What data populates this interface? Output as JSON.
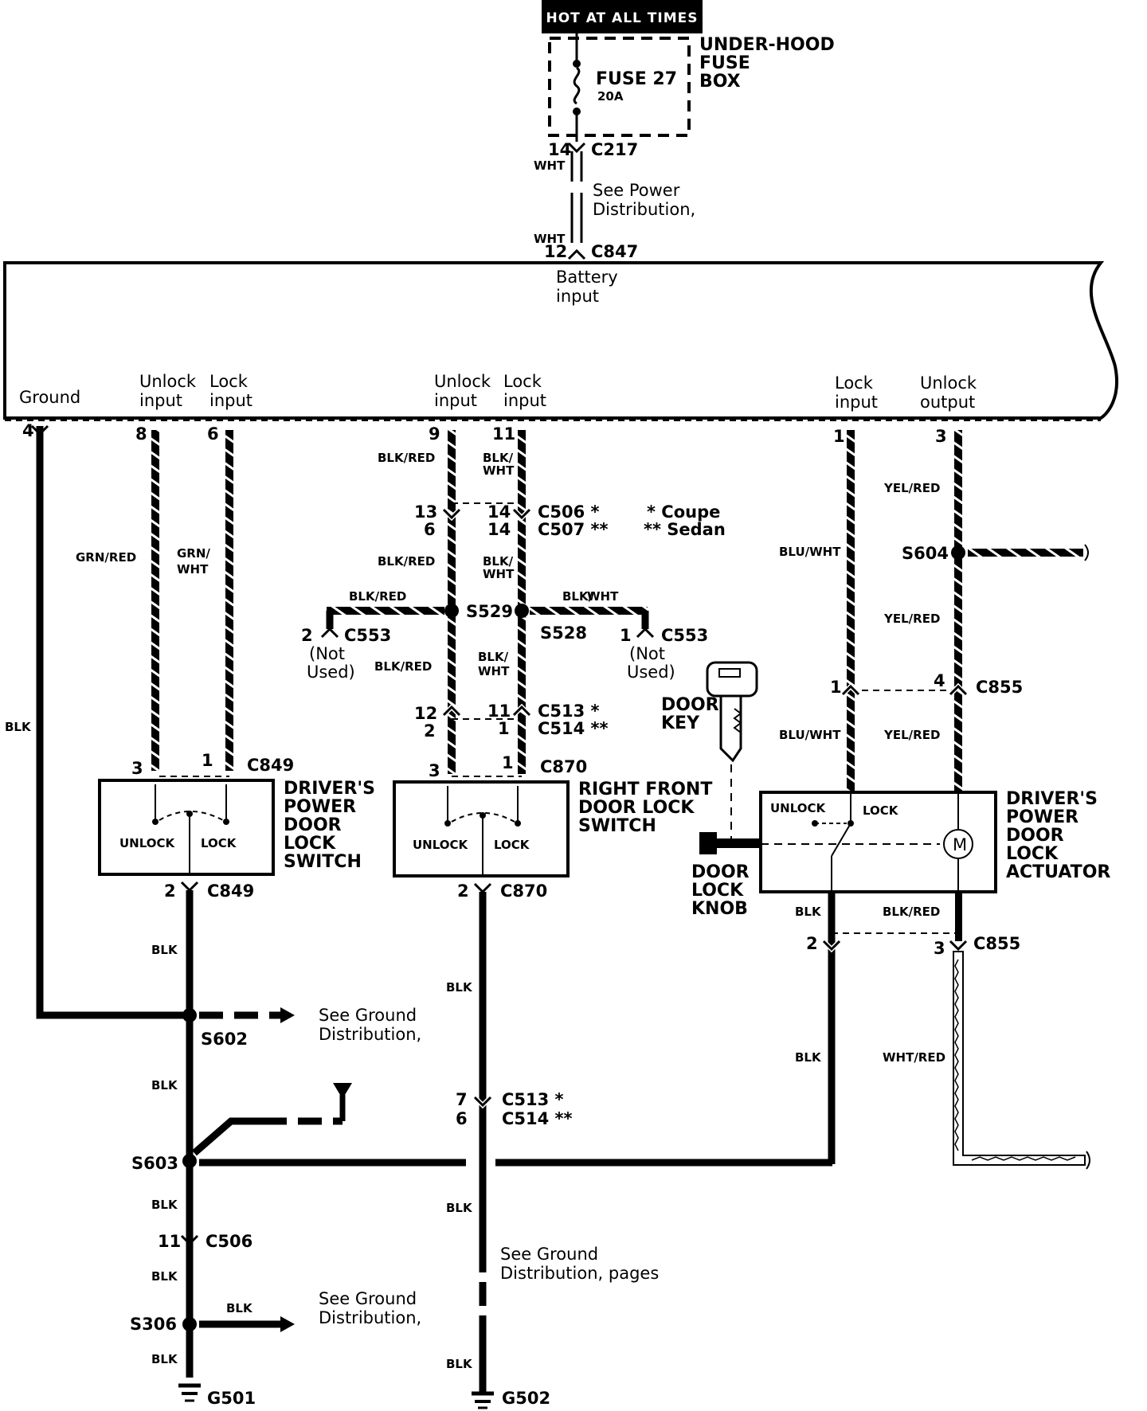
{
  "header": {
    "hot_label": "HOT AT ALL TIMES"
  },
  "fusebox": {
    "title": "UNDER-HOOD FUSE BOX",
    "title_lines": [
      "UNDER-HOOD",
      "FUSE",
      "BOX"
    ],
    "fuse": "FUSE  27",
    "rating": "20A"
  },
  "top_conn": {
    "c217_pin": "14",
    "c217": "C217",
    "wire": "WHT",
    "note_lines": [
      "See  Power",
      "Distribution,"
    ],
    "c847_pin": "12",
    "c847": "C847",
    "wire2": "WHT"
  },
  "module": {
    "battery_lines": [
      "Battery",
      "input"
    ],
    "ground": "Ground",
    "terms": [
      {
        "pin": "4",
        "lines": []
      },
      {
        "pin": "8",
        "lines": [
          "Unlock",
          "input"
        ]
      },
      {
        "pin": "6",
        "lines": [
          "Lock",
          "input"
        ]
      },
      {
        "pin": "9",
        "lines": [
          "Unlock",
          "input"
        ]
      },
      {
        "pin": "11",
        "lines": [
          "Lock",
          "input"
        ]
      },
      {
        "pin": "1",
        "lines": [
          "Lock",
          "input"
        ]
      },
      {
        "pin": "3",
        "lines": [
          "Unlock",
          "output"
        ]
      }
    ]
  },
  "left": {
    "wire_blk": "BLK",
    "wire_grnred": "GRN/RED",
    "wire_grnwht": [
      "GRN/",
      "WHT"
    ],
    "c849_top_pins": [
      "3",
      "1"
    ],
    "c849": "C849",
    "switch_lines": [
      "DRIVER'S",
      "POWER",
      "DOOR",
      "LOCK",
      "SWITCH"
    ],
    "unlock": "UNLOCK",
    "lock": "LOCK",
    "c849_bottom_pin": "2",
    "s602": "S602",
    "s602_note": [
      "See Ground",
      "Distribution,"
    ],
    "s603": "S603",
    "c506_pin": "11",
    "c506": "C506",
    "s306": "S306",
    "s306_note": [
      "See Ground",
      "Distribution,"
    ],
    "g501": "G501"
  },
  "middle": {
    "wire_blkred": "BLK/RED",
    "wire_blkwht": [
      "BLK/",
      "WHT"
    ],
    "c506_pins": [
      "13",
      "14"
    ],
    "c507_pins": [
      "6",
      "14"
    ],
    "c506": "C506 *",
    "c507": "C507 **",
    "legend": [
      "*  Coupe",
      "**  Sedan"
    ],
    "s529": "S529",
    "s528": "S528",
    "c553_left_pin": "2",
    "c553_right_pin": "1",
    "c553": "C553",
    "not_used": [
      "(Not",
      "Used)"
    ],
    "c513_pins": [
      "12",
      "11"
    ],
    "c514_pins": [
      "2",
      "1"
    ],
    "c513": "C513 *",
    "c514": "C514 **",
    "c870_top_pins": [
      "3",
      "1"
    ],
    "c870": "C870",
    "switch_lines": [
      "RIGHT FRONT",
      "DOOR LOCK",
      "SWITCH"
    ],
    "c870_bottom_pin": "2",
    "c513b_pin": "7",
    "c514b_pin": "6",
    "ground_note": [
      "See Ground",
      "Distribution, pages"
    ],
    "g502": "G502"
  },
  "right": {
    "wire_bluwht": "BLU/WHT",
    "wire_yelred": "YEL/RED",
    "s604": "S604",
    "c855_pins_top": [
      "1",
      "4"
    ],
    "c855": "C855",
    "door_key": [
      "DOOR",
      "KEY"
    ],
    "door_knob": [
      "DOOR",
      "LOCK",
      "KNOB"
    ],
    "actuator_lines": [
      "DRIVER'S",
      "POWER",
      "DOOR",
      "LOCK",
      "ACTUATOR"
    ],
    "unlock": "UNLOCK",
    "lock": "LOCK",
    "motor": "M",
    "wire_blk": "BLK",
    "wire_blkred": "BLK/RED",
    "wire_whtred": "WHT/RED",
    "c855_pins_bottom": [
      "2",
      "3"
    ]
  }
}
